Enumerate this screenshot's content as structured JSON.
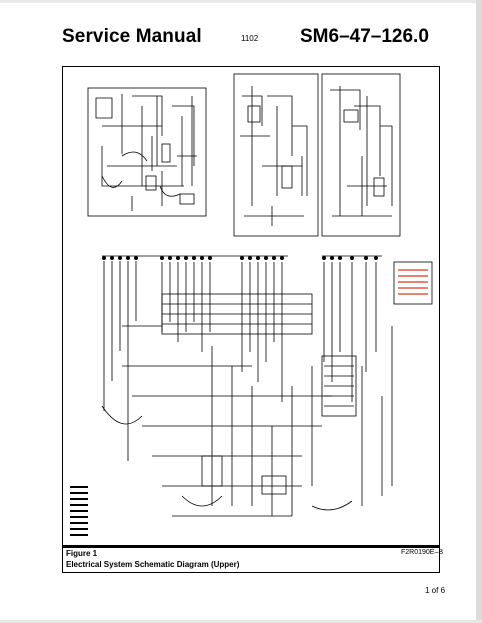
{
  "header": {
    "title": "Service Manual",
    "date": "1102",
    "doc_code": "SM6–47–126.0"
  },
  "figure": {
    "label": "Figure 1",
    "title": "Electrical System Schematic Diagram (Upper)",
    "drawing_code": "F2R0190E–B"
  },
  "footer": {
    "page": "1 of 6"
  },
  "colors": {
    "ink": "#000000",
    "legend_accent": "#d83a1a"
  }
}
